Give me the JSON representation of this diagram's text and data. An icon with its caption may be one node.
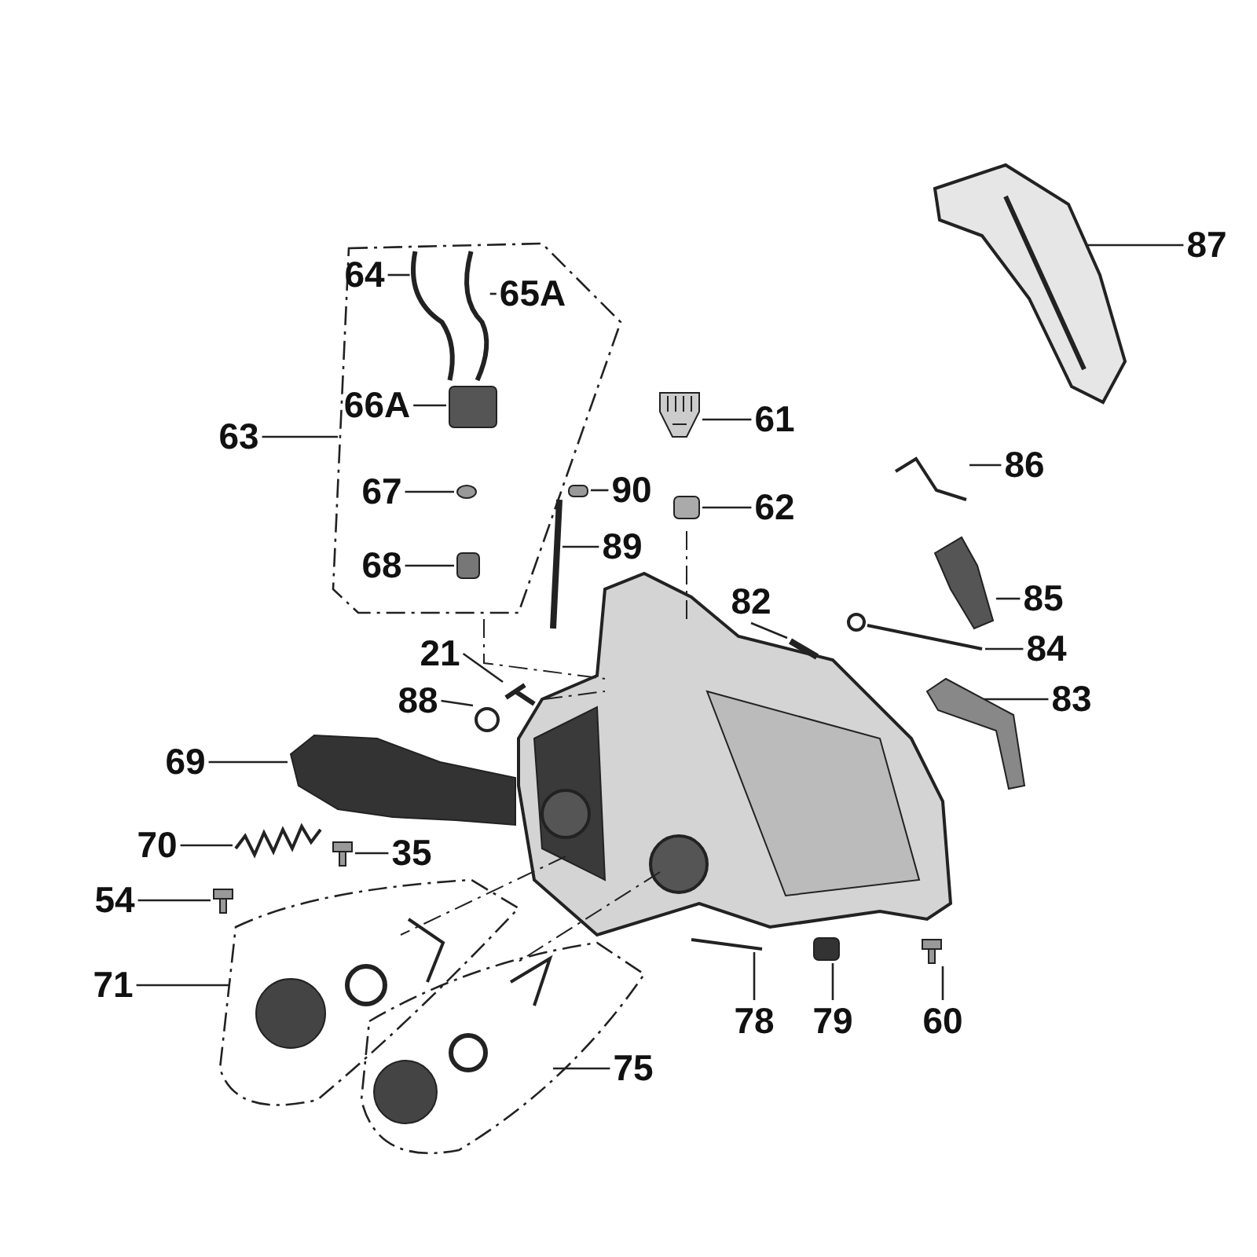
{
  "diagram": {
    "nodes": [
      {
        "text": [
          "87"
        ]
      },
      {
        "text": [],
        "shape": "outline"
      },
      {
        "text": [
          "64"
        ],
        "in": 1
      },
      {
        "text": [
          "65A"
        ],
        "in": 1
      },
      {
        "text": [
          "66A"
        ],
        "in": 1
      },
      {
        "text": [
          "61"
        ]
      },
      {
        "text": [
          "63"
        ]
      },
      {
        "text": [
          "86"
        ]
      },
      {
        "text": [
          "67"
        ],
        "in": 1
      },
      {
        "text": [
          "90"
        ]
      },
      {
        "text": [
          "62"
        ]
      },
      {
        "text": [
          "89"
        ]
      },
      {
        "text": [
          "68"
        ],
        "in": 1
      },
      {
        "text": [
          "85"
        ]
      },
      {
        "text": [
          "82"
        ]
      },
      {
        "text": [
          "84"
        ]
      },
      {
        "text": [
          "21"
        ]
      },
      {
        "text": [
          "83"
        ]
      },
      {
        "text": [
          "88"
        ]
      },
      {
        "text": [
          "69"
        ]
      },
      {
        "text": [
          "70"
        ]
      },
      {
        "text": [
          "35"
        ]
      },
      {
        "text": [
          "54"
        ]
      },
      {
        "text": [],
        "shape": "outline"
      },
      {
        "text": [
          "71"
        ]
      },
      {
        "text": [
          "78"
        ]
      },
      {
        "text": [
          "79"
        ]
      },
      {
        "text": [
          "60"
        ]
      },
      {
        "text": [],
        "shape": "outline"
      },
      {
        "text": [
          "75"
        ]
      },
      {
        "text": [],
        "shape": "picture"
      },
      {
        "text": [],
        "shape": "picture",
        "in": 1
      },
      {
        "text": [],
        "shape": "picture",
        "in": 1
      },
      {
        "text": [],
        "shape": "box",
        "in": 1
      },
      {
        "text": [],
        "shape": "picture"
      },
      {
        "text": [],
        "shape": "picture"
      },
      {
        "text": [],
        "shape": "circle",
        "in": 1
      },
      {
        "text": [],
        "shape": "box"
      },
      {
        "text": [],
        "shape": "box"
      },
      {
        "text": [],
        "shape": "picture"
      },
      {
        "text": [],
        "shape": "box",
        "in": 1
      },
      {
        "text": [],
        "shape": "picture"
      },
      {
        "text": [],
        "shape": "picture"
      },
      {
        "text": [],
        "shape": "picture"
      },
      {
        "text": [],
        "shape": "picture"
      },
      {
        "text": [],
        "shape": "picture"
      },
      {
        "text": [],
        "shape": "circle"
      },
      {
        "text": [],
        "shape": "picture"
      },
      {
        "text": [],
        "shape": "picture"
      },
      {
        "text": [],
        "shape": "picture"
      },
      {
        "text": [],
        "shape": "picture"
      },
      {
        "text": [],
        "shape": "picture"
      },
      {
        "text": [],
        "shape": "box"
      },
      {
        "text": [],
        "shape": "picture"
      }
    ],
    "edges": [
      {
        "from": 0,
        "to": 30,
        "arrow": "none"
      },
      {
        "from": 2,
        "to": 31,
        "arrow": "none"
      },
      {
        "from": 3,
        "to": 32,
        "arrow": "none"
      },
      {
        "from": 4,
        "to": 33,
        "arrow": "none"
      },
      {
        "from": 5,
        "to": 34,
        "arrow": "none"
      },
      {
        "from": 6,
        "to": 1,
        "arrow": "none"
      },
      {
        "from": 7,
        "to": 35,
        "arrow": "none"
      },
      {
        "from": 8,
        "to": 36,
        "arrow": "none"
      },
      {
        "from": 9,
        "to": 37,
        "arrow": "none"
      },
      {
        "from": 10,
        "to": 38,
        "arrow": "none"
      },
      {
        "from": 11,
        "to": 39,
        "arrow": "none"
      },
      {
        "from": 12,
        "to": 40,
        "arrow": "none"
      },
      {
        "from": 13,
        "to": 41,
        "arrow": "none"
      },
      {
        "from": 14,
        "to": 42,
        "arrow": "none"
      },
      {
        "from": 15,
        "to": 43,
        "arrow": "none"
      },
      {
        "from": 16,
        "to": 44,
        "arrow": "none"
      },
      {
        "from": 17,
        "to": 45,
        "arrow": "none"
      },
      {
        "from": 18,
        "to": 46,
        "arrow": "none"
      },
      {
        "from": 19,
        "to": 47,
        "arrow": "none"
      },
      {
        "from": 20,
        "to": 48,
        "arrow": "none"
      },
      {
        "from": 21,
        "to": 49,
        "arrow": "none"
      },
      {
        "from": 22,
        "to": 50,
        "arrow": "none"
      },
      {
        "from": 24,
        "to": 23,
        "arrow": "none"
      },
      {
        "from": 25,
        "to": 51,
        "arrow": "none"
      },
      {
        "from": 26,
        "to": 52,
        "arrow": "none"
      },
      {
        "from": 27,
        "to": 53,
        "arrow": "none"
      },
      {
        "from": 29,
        "to": 28,
        "arrow": "none"
      }
    ]
  }
}
